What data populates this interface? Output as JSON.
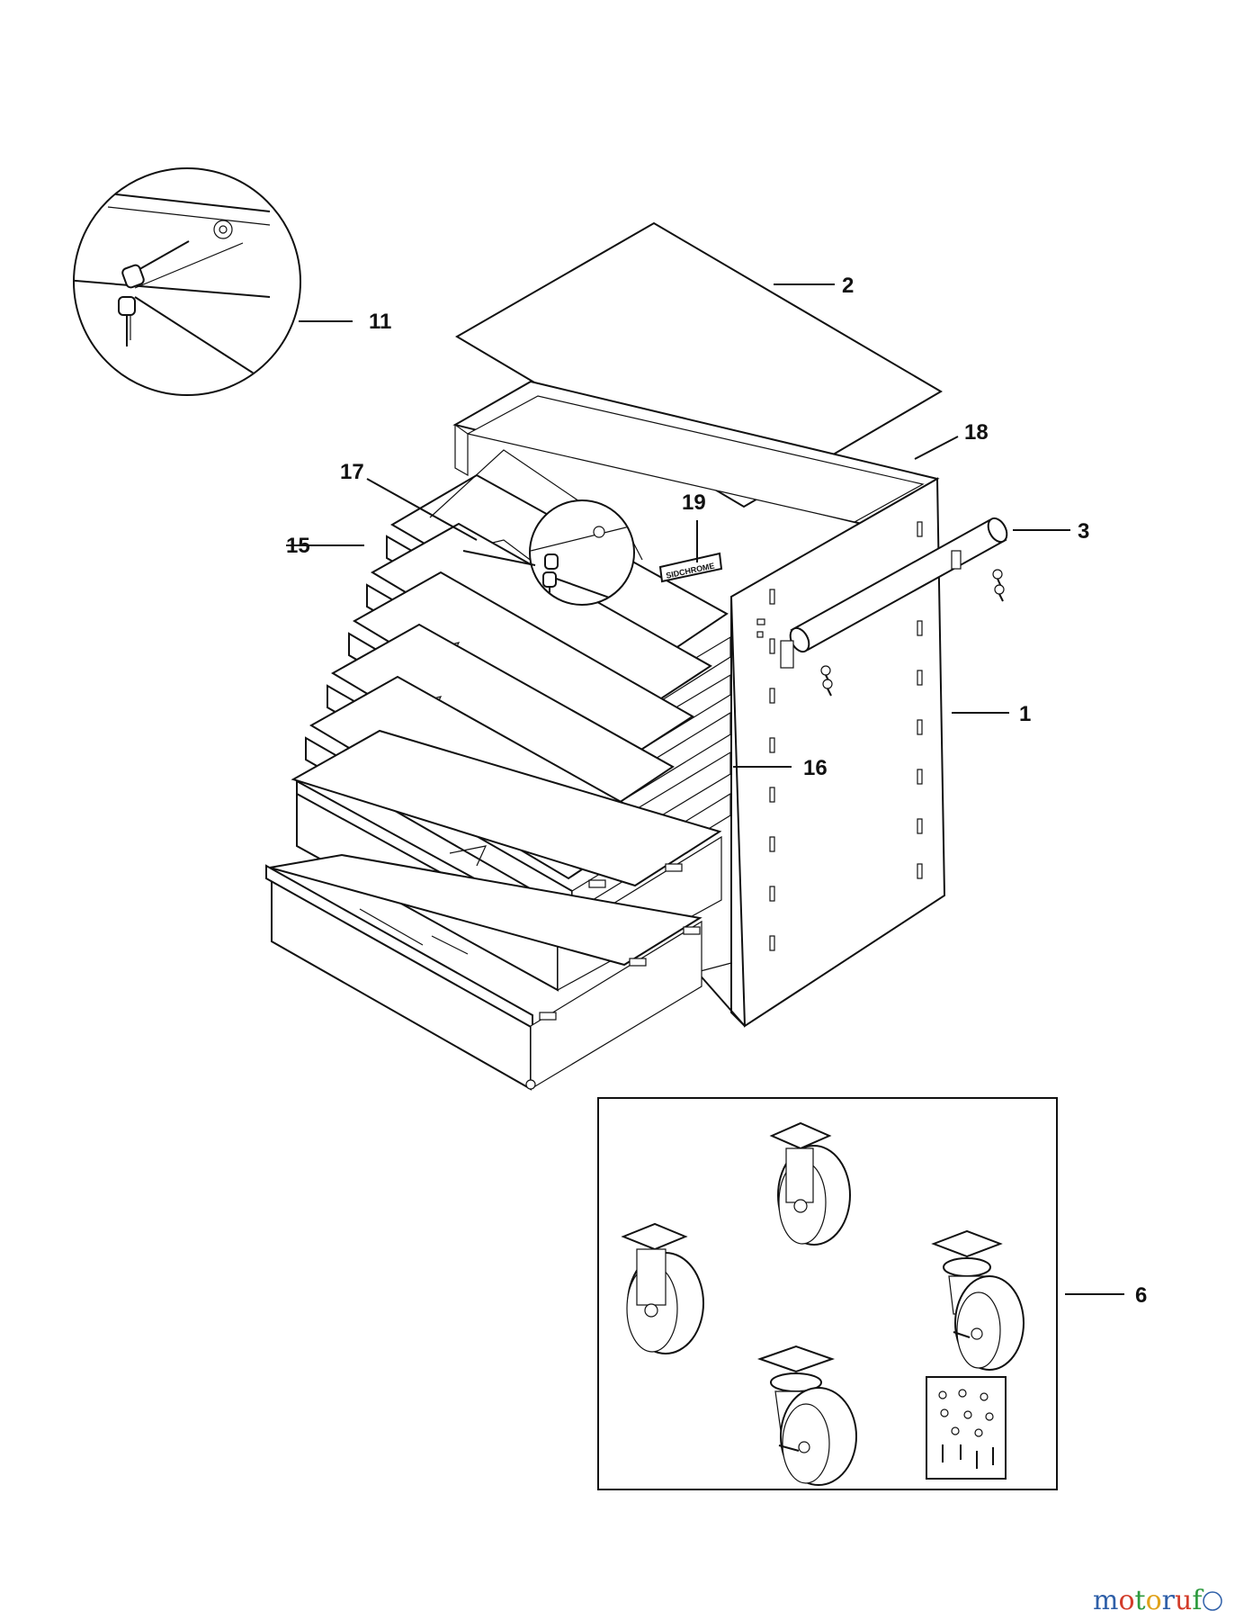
{
  "parts": [
    {
      "id": "label-1",
      "text": "1"
    },
    {
      "id": "label-2",
      "text": "2"
    },
    {
      "id": "label-3",
      "text": "3"
    },
    {
      "id": "label-6",
      "text": "6"
    },
    {
      "id": "label-11",
      "text": "11"
    },
    {
      "id": "label-15",
      "text": "15"
    },
    {
      "id": "label-16",
      "text": "16"
    },
    {
      "id": "label-17",
      "text": "17"
    },
    {
      "id": "label-18",
      "text": "18"
    },
    {
      "id": "label-19",
      "text": "19"
    }
  ],
  "brand_plate": "SIDCHROME",
  "watermark": {
    "parts": [
      "m",
      "o",
      "t",
      "o",
      "r",
      "u",
      "f"
    ],
    "colors": [
      "#2e5fa8",
      "#d23c2a",
      "#2e9a3e",
      "#e0a21a",
      "#2e5fa8",
      "#d23c2a",
      "#2e9a3e"
    ]
  }
}
